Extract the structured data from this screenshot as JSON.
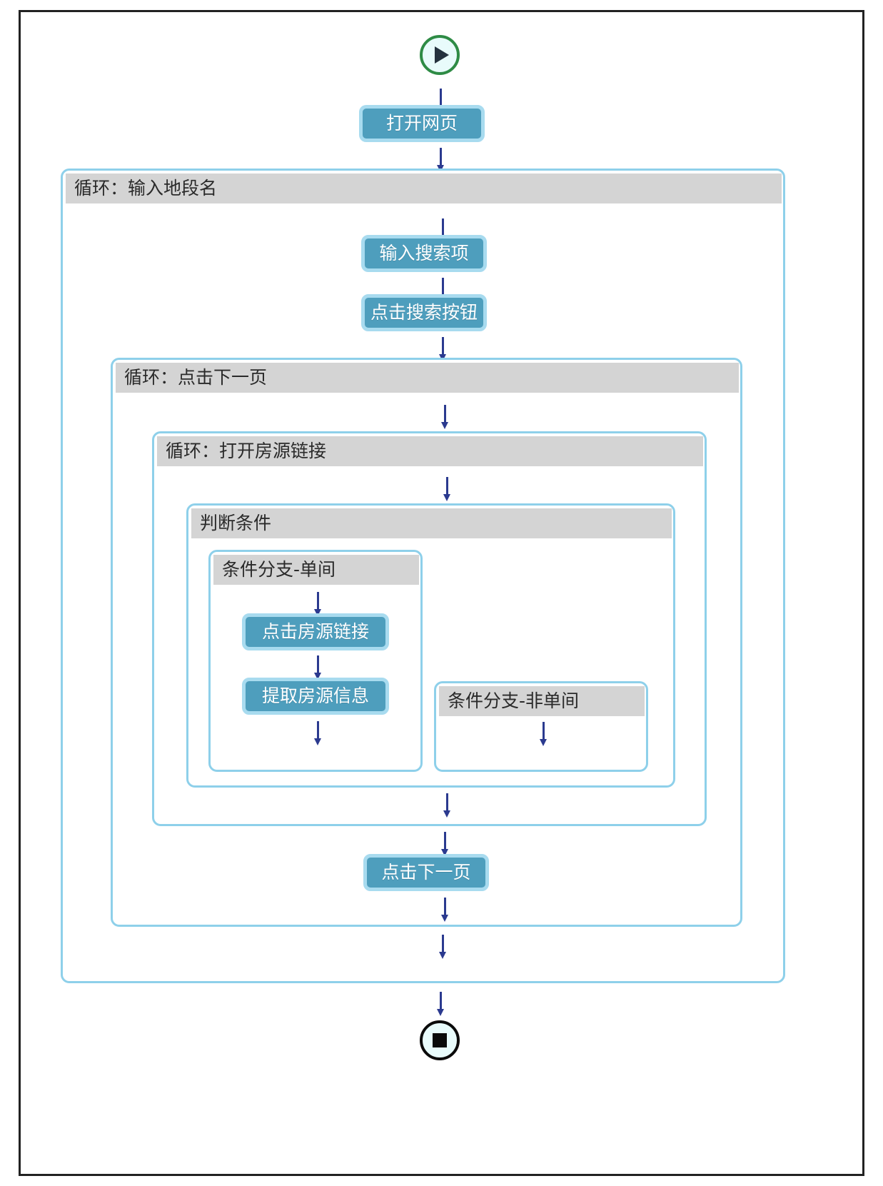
{
  "diagram": {
    "type": "flowchart",
    "title": "",
    "colors": {
      "action_fill": "#4e9ebd",
      "action_border": "#a8dbef",
      "block_border": "#8ed0ea",
      "block_header": "#d4d4d4",
      "start_ring": "#2e8b45",
      "end_ring": "#0a0a0a",
      "arrow": "#2b3a8f",
      "page_border": "#222222"
    },
    "start_node": {
      "icon": "play-icon",
      "label": ""
    },
    "end_node": {
      "icon": "stop-icon",
      "label": ""
    },
    "nodes": {
      "open_page": "打开网页",
      "input_search_term": "输入搜索项",
      "click_search_button": "点击搜索按钮",
      "click_listing_link": "点击房源链接",
      "extract_listing_info": "提取房源信息",
      "click_next_page": "点击下一页"
    },
    "blocks": {
      "loop_district": "循环：输入地段名",
      "loop_next_page": "循环：点击下一页",
      "loop_open_listing": "循环：打开房源链接",
      "condition": "判断条件",
      "branch_single_room": "条件分支-单间",
      "branch_non_single_room": "条件分支-非单间"
    },
    "arrows": {
      "glyph": "↓",
      "count": 16
    }
  }
}
